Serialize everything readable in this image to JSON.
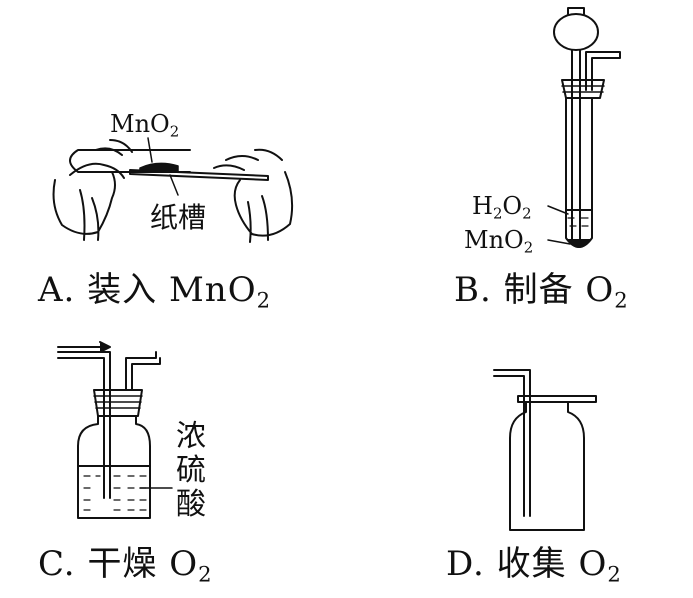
{
  "panels": {
    "a": {
      "letter": "A.",
      "caption_text": "装入 MnO",
      "caption_sub": "2",
      "label_reagent": "MnO",
      "label_reagent_sub": "2",
      "label_trough": "纸槽"
    },
    "b": {
      "letter": "B.",
      "caption_text": "制备 O",
      "caption_sub": "2",
      "label_liquid_a": "H",
      "label_liquid_a_sub1": "2",
      "label_liquid_a_mid": "O",
      "label_liquid_a_sub2": "2",
      "label_solid": "MnO",
      "label_solid_sub": "2"
    },
    "c": {
      "letter": "C.",
      "caption_text": "干燥 O",
      "caption_sub": "2",
      "label_acid_1": "浓",
      "label_acid_2": "硫",
      "label_acid_3": "酸"
    },
    "d": {
      "letter": "D.",
      "caption_text": "收集 O",
      "caption_sub": "2"
    }
  },
  "colors": {
    "ink": "#111111",
    "paper": "#ffffff"
  }
}
